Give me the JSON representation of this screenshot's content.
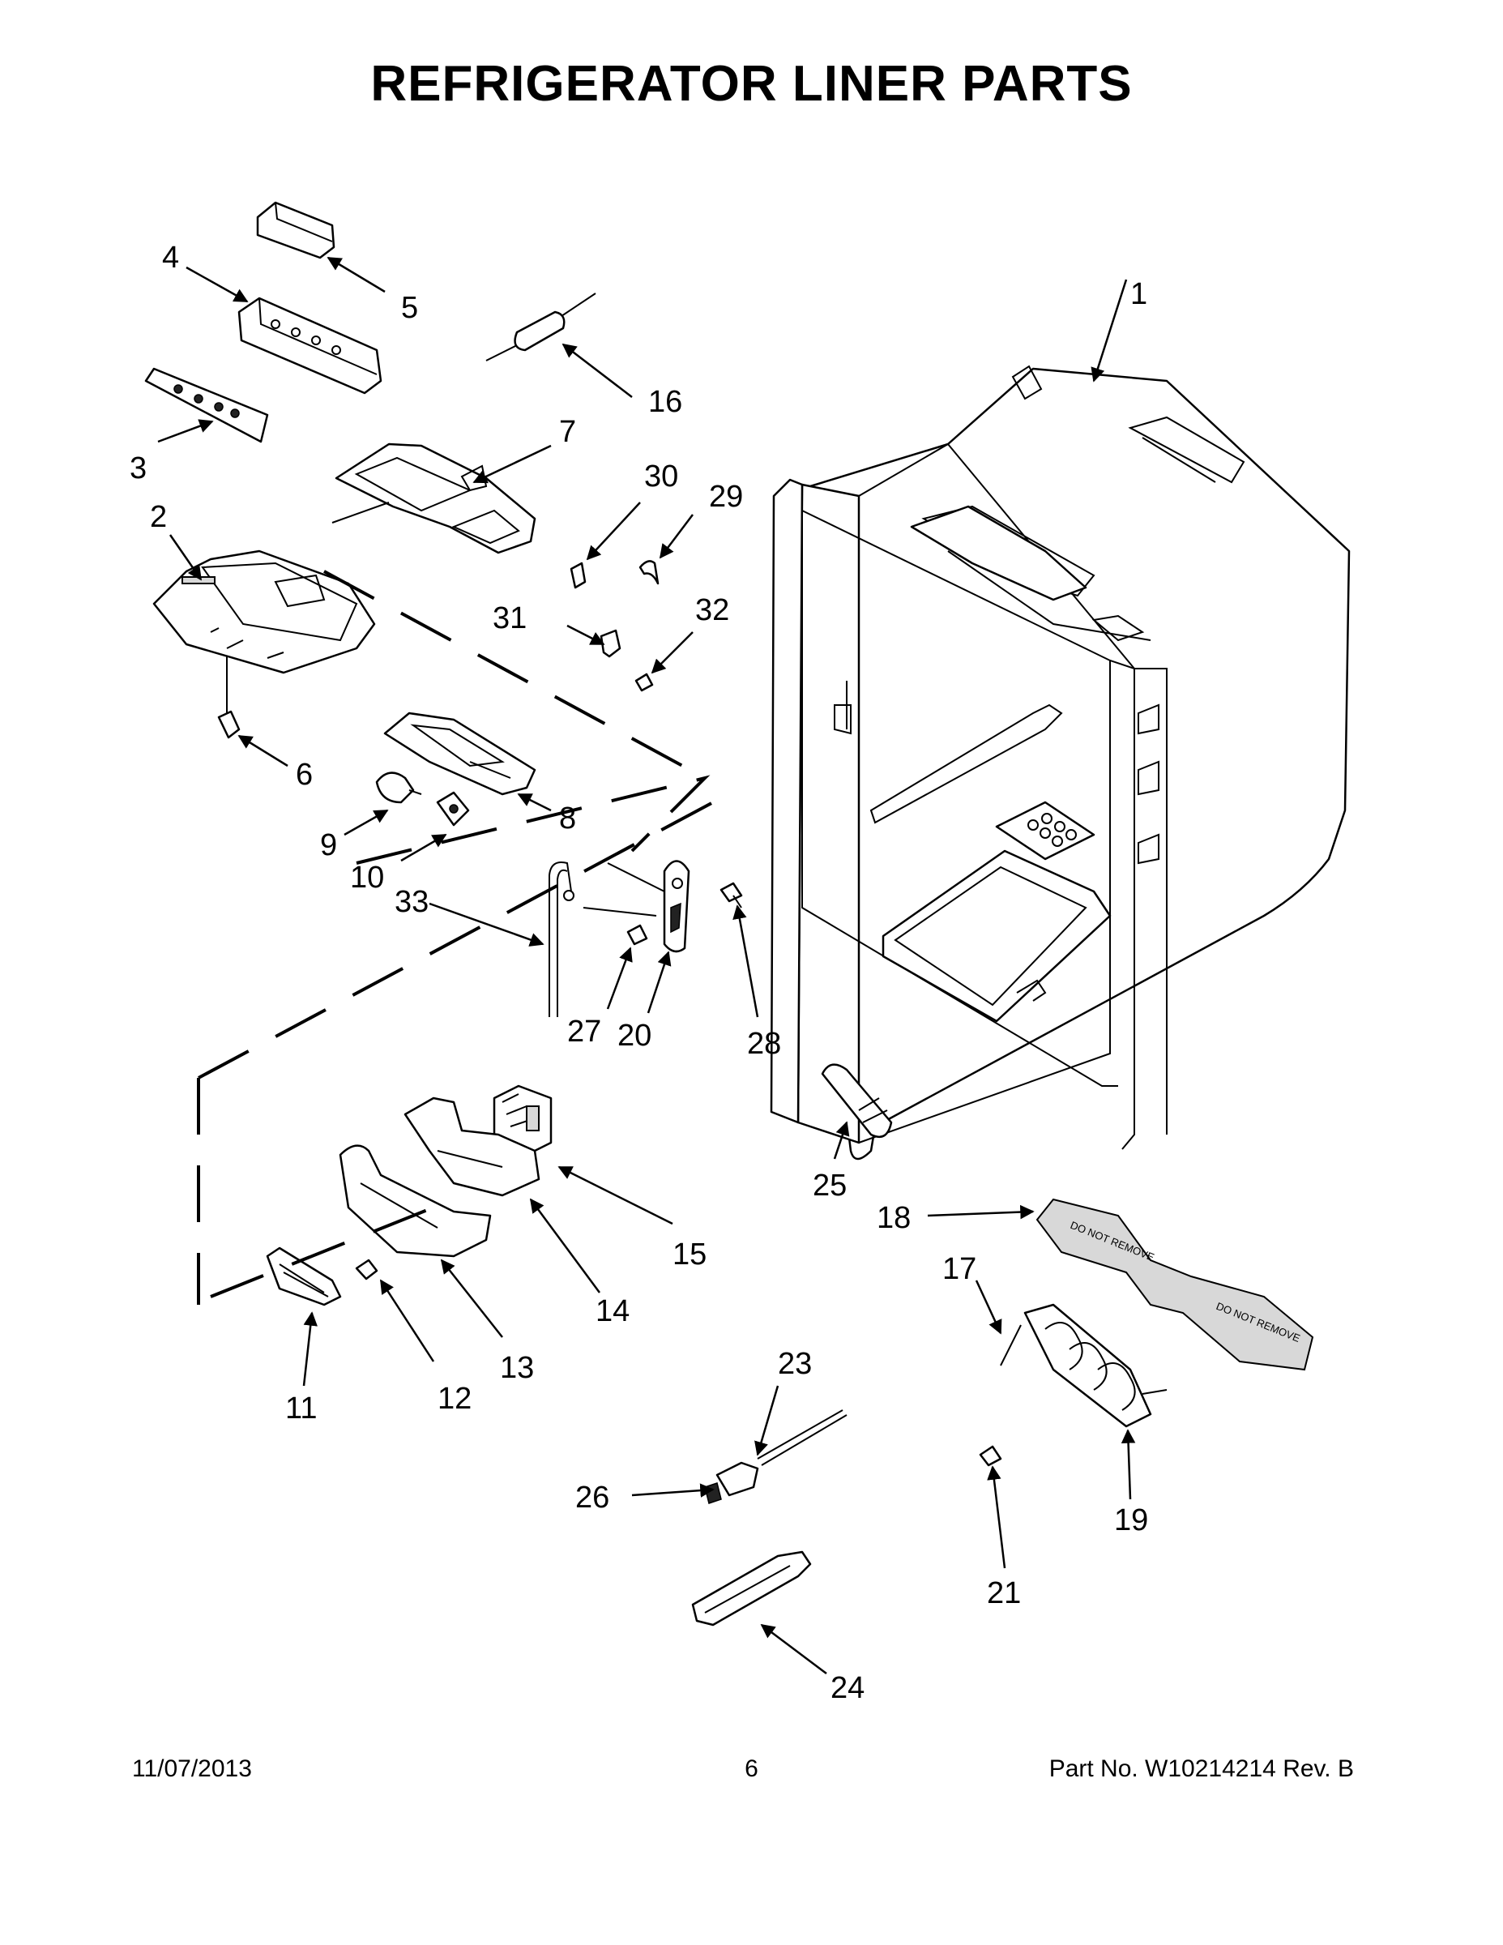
{
  "title": "REFRIGERATOR LINER PARTS",
  "callouts": [
    "1",
    "2",
    "3",
    "4",
    "5",
    "6",
    "7",
    "8",
    "9",
    "10",
    "11",
    "12",
    "13",
    "14",
    "15",
    "16",
    "17",
    "18",
    "19",
    "20",
    "21",
    "23",
    "24",
    "25",
    "26",
    "27",
    "28",
    "29",
    "30",
    "31",
    "32",
    "33"
  ],
  "part_labels": {
    "label_18": "DO NOT REMOVE"
  },
  "footer": {
    "date": "11/07/2013",
    "page": "6",
    "part_no": "Part No.  W10214214  Rev.  B"
  }
}
